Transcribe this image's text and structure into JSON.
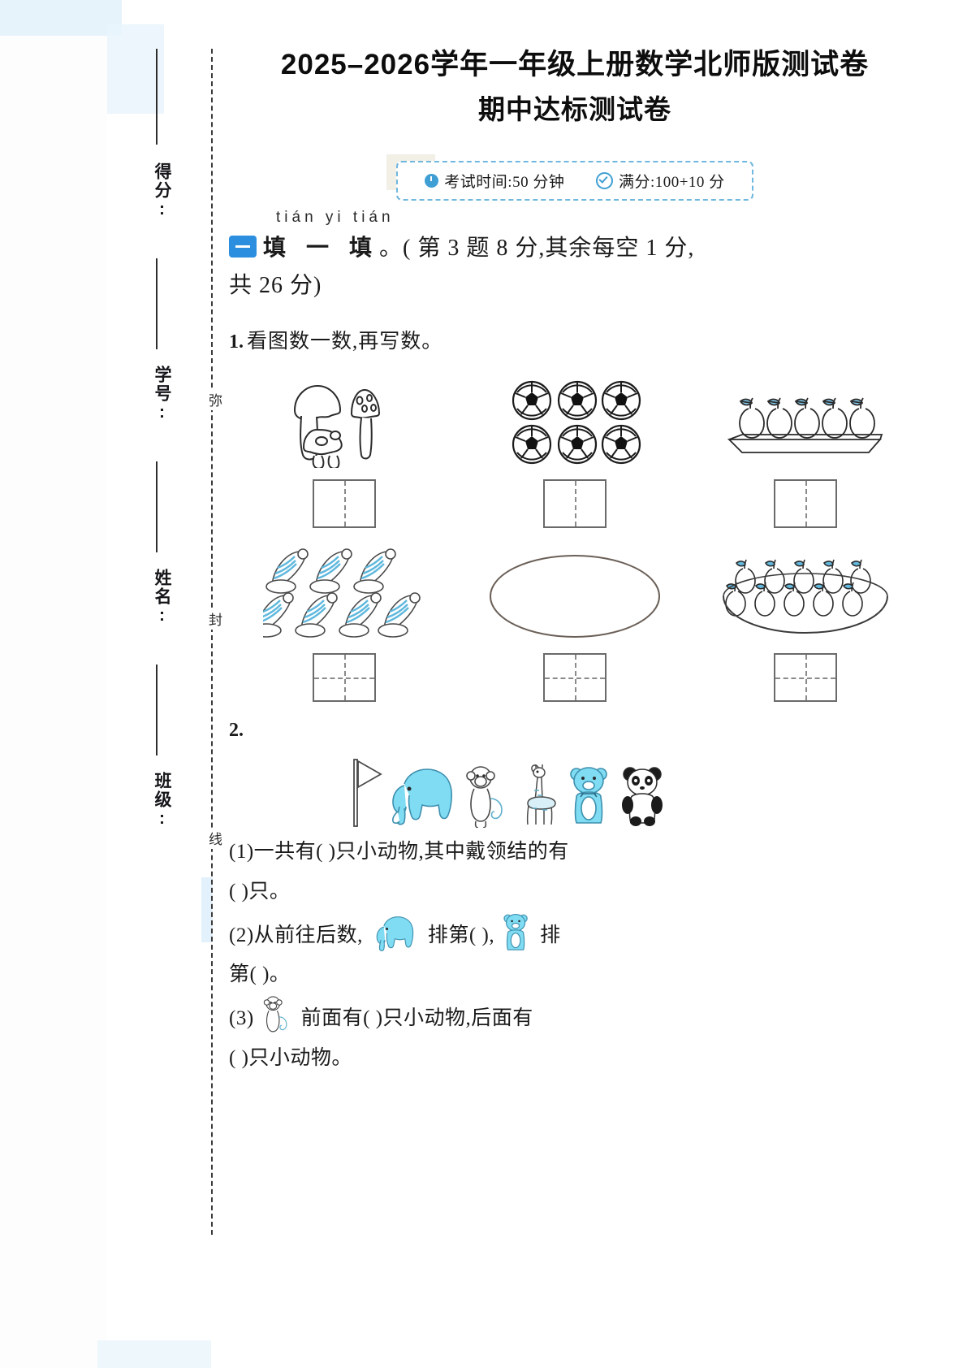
{
  "document": {
    "title": "2025–2026学年一年级上册数学北师版测试卷",
    "subtitle": "期中达标测试卷"
  },
  "info_bar": {
    "exam_time": "考试时间:50 分钟",
    "full_score": "满分:100+10 分",
    "clock_icon": "clock-icon",
    "check_icon": "check-circle-icon"
  },
  "sidebar": {
    "fields": [
      {
        "label": "得分:"
      },
      {
        "label": "学号:"
      },
      {
        "label": "姓名:"
      },
      {
        "label": "班级:"
      }
    ],
    "seal_words": [
      "弥",
      "封",
      "线"
    ]
  },
  "section": {
    "number_badge": "一",
    "pinyin": "tián  yi  tián",
    "title": "填 一 填",
    "scoring_line1": "。( 第 3 题 8 分,其余每空 1 分,",
    "scoring_line2": "共 26 分)"
  },
  "questions": [
    {
      "number": "1.",
      "prompt": "看图数一数,再写数。",
      "groups_row1": [
        {
          "item": "mushrooms",
          "count": 3
        },
        {
          "item": "soccer-balls",
          "count": 6
        },
        {
          "item": "pears-on-tray",
          "count": 5
        }
      ],
      "groups_row2": [
        {
          "item": "hats",
          "count": 7
        },
        {
          "item": "empty-oval",
          "count": 0
        },
        {
          "item": "pears-in-basket",
          "count": 10
        }
      ],
      "answer_boxes_row1": [
        "",
        "",
        ""
      ],
      "answer_boxes_row2": [
        "",
        "",
        ""
      ]
    },
    {
      "number": "2.",
      "animals": [
        "flag",
        "elephant",
        "monkey",
        "giraffe",
        "bear",
        "panda"
      ],
      "sub_questions": [
        {
          "tag": "(1)",
          "line1": "一共有(      )只小动物,其中戴领结的有",
          "line2": "(      )只。"
        },
        {
          "tag": "(2)",
          "before_icon": "从前往后数,",
          "icon1": "elephant",
          "mid": "排第(      ),",
          "icon2": "bear",
          "after": "排",
          "line2": "第(      )。"
        },
        {
          "tag": "(3)",
          "icon": "monkey",
          "line1": "前面有(      )只小动物,后面有",
          "line2": "(      )只小动物。"
        }
      ]
    }
  ]
}
